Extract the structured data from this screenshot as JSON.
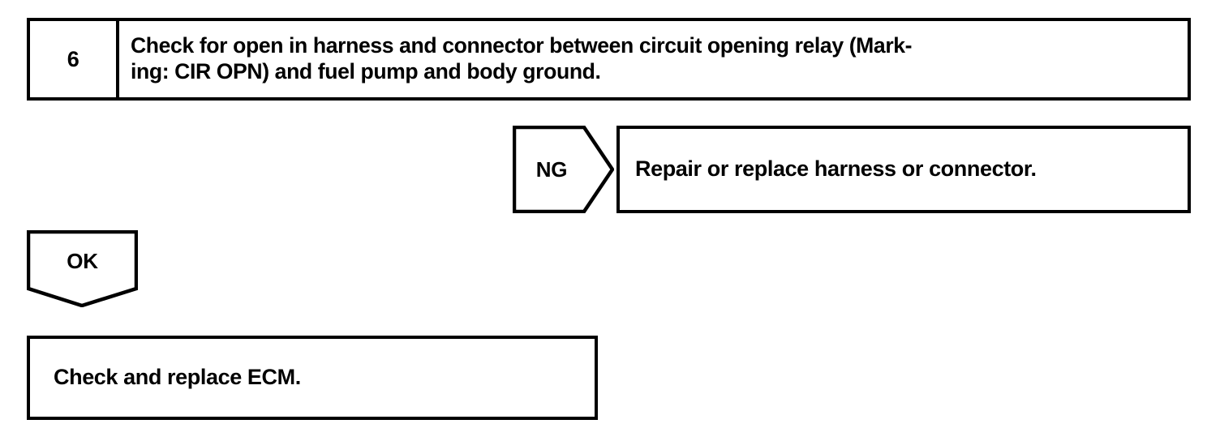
{
  "diagram": {
    "type": "troubleshooting-flowchart",
    "stroke_color": "#000000",
    "background_color": "#ffffff",
    "step": {
      "number": "6",
      "instruction_line1": "Check for open in harness and connector between circuit opening relay (Mark-",
      "instruction_line2": "ing: CIR OPN) and fuel pump and body ground."
    },
    "branches": [
      {
        "label": "NG",
        "direction": "right",
        "result": "Repair or replace harness or connector."
      },
      {
        "label": "OK",
        "direction": "down",
        "result": "Check and replace ECM."
      }
    ],
    "ng_branch": {
      "label": "NG",
      "result_text": "Repair or replace harness or connector."
    },
    "ok_branch": {
      "label": "OK",
      "result_text": "Check and replace ECM."
    }
  }
}
